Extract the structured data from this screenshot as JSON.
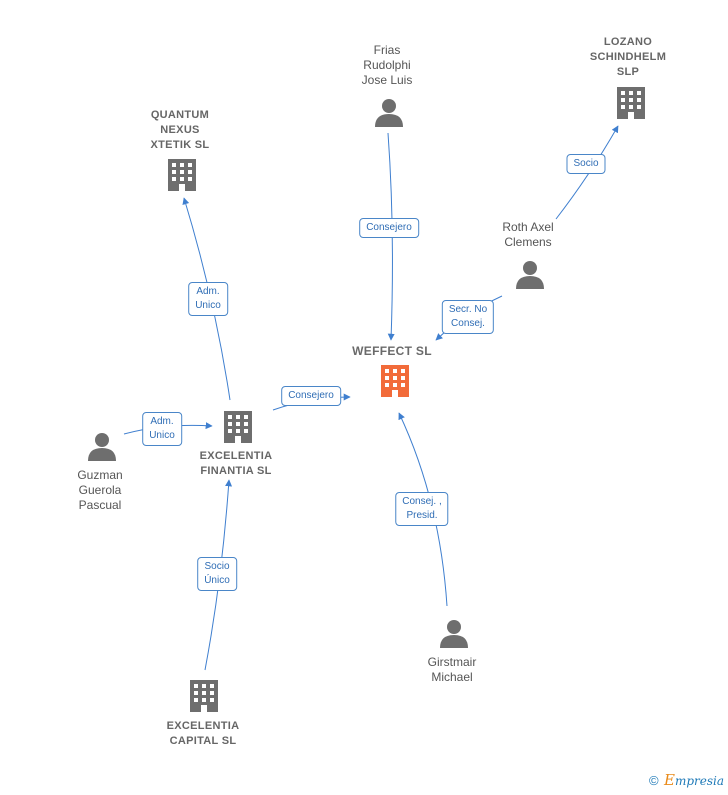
{
  "nodes": {
    "weffect": {
      "lines": [
        "WEFFECT  SL"
      ],
      "color": "#f26b3a"
    },
    "quantum": {
      "lines": [
        "QUANTUM",
        "NEXUS",
        "XTETIK  SL"
      ],
      "color": "#6e6e6e"
    },
    "lozano": {
      "lines": [
        "LOZANO",
        "SCHINDHELM",
        "SLP"
      ],
      "color": "#6e6e6e"
    },
    "frias": {
      "lines": [
        "Frias",
        "Rudolphi",
        "Jose Luis"
      ],
      "color": "#6e6e6e"
    },
    "roth": {
      "lines": [
        "Roth Axel",
        "Clemens"
      ],
      "color": "#6e6e6e"
    },
    "excelentia_finantia": {
      "lines": [
        "EXCELENTIA",
        "FINANTIA  SL"
      ],
      "color": "#6e6e6e"
    },
    "guzman": {
      "lines": [
        "Guzman",
        "Guerola",
        "Pascual"
      ],
      "color": "#6e6e6e"
    },
    "excelentia_capital": {
      "lines": [
        "EXCELENTIA",
        "CAPITAL  SL"
      ],
      "color": "#6e6e6e"
    },
    "girstmair": {
      "lines": [
        "Girstmair",
        "Michael"
      ],
      "color": "#6e6e6e"
    }
  },
  "edges": [
    {
      "id": "frias-weffect",
      "lines": [
        "Consejero"
      ]
    },
    {
      "id": "roth-lozano",
      "lines": [
        "Socio"
      ]
    },
    {
      "id": "roth-weffect",
      "lines": [
        "Secr.  No",
        "Consej."
      ]
    },
    {
      "id": "finantia-quantum",
      "lines": [
        "Adm.",
        "Unico"
      ]
    },
    {
      "id": "finantia-weffect",
      "lines": [
        "Consejero"
      ]
    },
    {
      "id": "guzman-finantia",
      "lines": [
        "Adm.",
        "Unico"
      ]
    },
    {
      "id": "capital-finantia",
      "lines": [
        "Socio",
        "Único"
      ]
    },
    {
      "id": "girstmair-weffect",
      "lines": [
        "Consej. ,",
        "Presid."
      ]
    }
  ],
  "colors": {
    "edge": "#3f7fcf",
    "edge_label_text": "#2f6db5"
  },
  "footer": {
    "copyright_symbol": "©",
    "brand_e": "E",
    "brand_rest": "mpresia"
  }
}
